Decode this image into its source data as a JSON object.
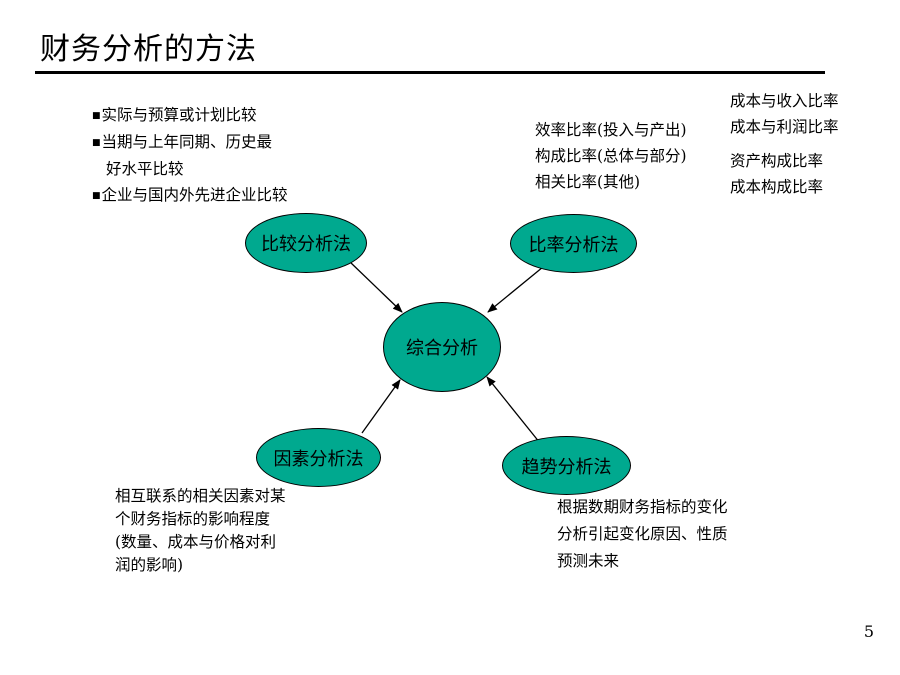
{
  "title": "财务分析的方法",
  "page_number": "5",
  "center": "综合分析",
  "methods": {
    "compare": "比较分析法",
    "ratio": "比率分析法",
    "factor": "因素分析法",
    "trend": "趋势分析法"
  },
  "compare_notes": [
    "实际与预算或计划比较",
    "当期与上年同期、历史最",
    "好水平比较",
    "企业与国内外先进企业比较"
  ],
  "ratio_notes": [
    "效率比率(投入与产出)",
    "构成比率(总体与部分)",
    "相关比率(其他)"
  ],
  "ratio_examples": [
    "成本与收入比率",
    "成本与利润比率",
    "资产构成比率",
    "成本构成比率"
  ],
  "factor_notes": [
    "相互联系的相关因素对某",
    "个财务指标的影响程度",
    "(数量、成本与价格对利",
    "润的影响)"
  ],
  "trend_notes": [
    "根据数期财务指标的变化",
    "分析引起变化原因、性质",
    "预测未来"
  ],
  "colors": {
    "node_fill": "#00A98F",
    "line": "#000000"
  }
}
